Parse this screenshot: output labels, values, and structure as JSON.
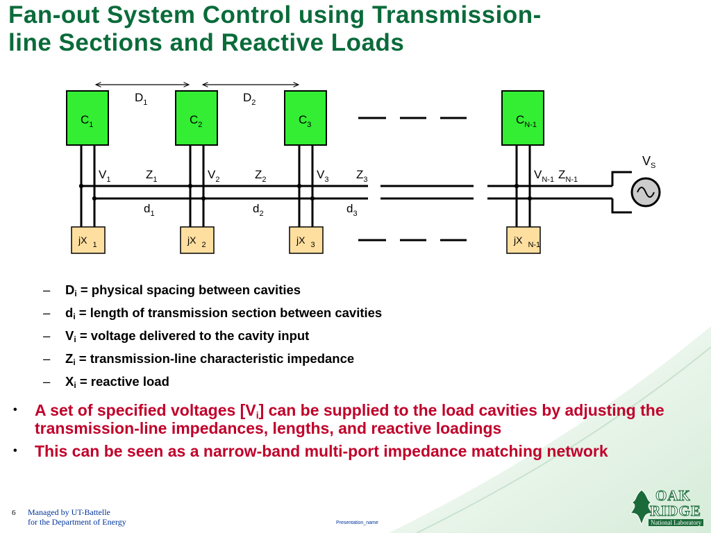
{
  "title": {
    "line1": "Fan-out System Control using Transmission-",
    "line2": "line Sections and Reactive Loads"
  },
  "diagram": {
    "cavities": [
      {
        "main": "C",
        "sub": "1"
      },
      {
        "main": "C",
        "sub": "2"
      },
      {
        "main": "C",
        "sub": "3"
      },
      {
        "main": "C",
        "sub": "N-1"
      }
    ],
    "spacings": [
      {
        "main": "D",
        "sub": "1"
      },
      {
        "main": "D",
        "sub": "2"
      }
    ],
    "voltages": [
      {
        "main": "V",
        "sub": "1"
      },
      {
        "main": "V",
        "sub": "2"
      },
      {
        "main": "V",
        "sub": "3"
      },
      {
        "main": "V",
        "sub": "N-1"
      }
    ],
    "impedances": [
      {
        "main": "Z",
        "sub": "1"
      },
      {
        "main": "Z",
        "sub": "2"
      },
      {
        "main": "Z",
        "sub": "3"
      },
      {
        "main": "Z",
        "sub": "N-1"
      }
    ],
    "lengths": [
      {
        "main": "d",
        "sub": "1"
      },
      {
        "main": "d",
        "sub": "2"
      },
      {
        "main": "d",
        "sub": "3"
      }
    ],
    "loads": [
      {
        "main": "jX",
        "sub": "1"
      },
      {
        "main": "jX",
        "sub": "2"
      },
      {
        "main": "jX",
        "sub": "3"
      },
      {
        "main": "jX",
        "sub": "N-1"
      }
    ],
    "source": {
      "main": "V",
      "sub": "S"
    },
    "colors": {
      "cavity_fill": "#33ee33",
      "load_fill": "#ffdfa0",
      "line": "#000000"
    }
  },
  "definitions": [
    {
      "dash": "–",
      "sym": "D",
      "sub": "i",
      "text": " = physical spacing between cavities"
    },
    {
      "dash": "–",
      "sym": "d",
      "sub": "i",
      "text": " = length of transmission section between cavities"
    },
    {
      "dash": "–",
      "sym": "V",
      "sub": "i",
      "text": " = voltage delivered to the cavity input"
    },
    {
      "dash": "–",
      "sym": "Z",
      "sub": "i",
      "text": " = transmission-line characteristic impedance"
    },
    {
      "dash": "–",
      "sym": "X",
      "sub": "i",
      "text": " = reactive load"
    }
  ],
  "bullets": [
    {
      "marker": "•",
      "pre": "A set of specified voltages [V",
      "sub": "i",
      "post": "] can be supplied to the load cavities by adjusting the transmission-line impedances, lengths, and reactive loadings"
    },
    {
      "marker": "•",
      "pre": "This can be seen as a narrow-band multi-port impedance matching network",
      "sub": "",
      "post": ""
    }
  ],
  "footer": {
    "page_number": "6",
    "managed_line1": "Managed by UT-Battelle",
    "managed_line2": "for the Department of Energy",
    "presentation_name": "Presentation_name"
  },
  "logo": {
    "line1": "OAK",
    "line2": "RIDGE",
    "line3": "National Laboratory",
    "color": "#1b6b3a"
  },
  "theme": {
    "title_color": "#0a6b3a",
    "bullet_color": "#c0002a",
    "footer_color": "#003399"
  }
}
